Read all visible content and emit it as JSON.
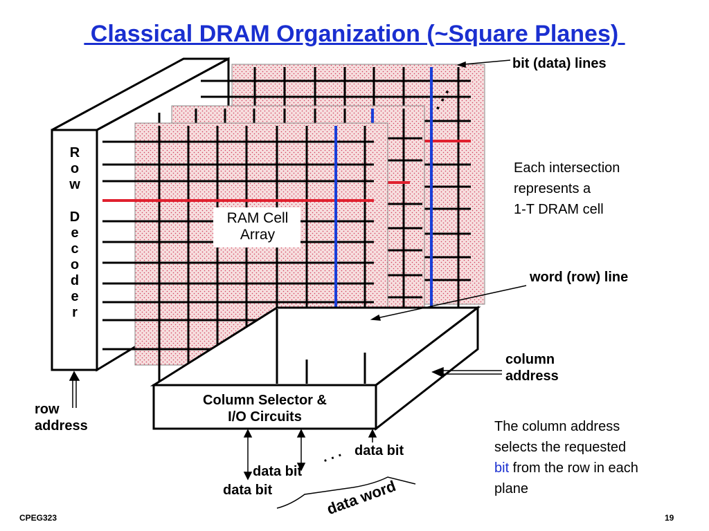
{
  "slide": {
    "title": " Classical DRAM Organization (~Square Planes) ",
    "footer_left": "CPEG323",
    "page_number": "19"
  },
  "diagram": {
    "row_decoder_letters": [
      "R",
      "o",
      "w",
      "",
      "D",
      "e",
      "c",
      "o",
      "d",
      "e",
      "r"
    ],
    "ram_cell_label_line1": "RAM Cell",
    "ram_cell_label_line2": "Array",
    "bit_lines_label": "bit (data) lines",
    "word_line_label": "word (row) line",
    "column_address_line1": "column",
    "column_address_line2": "address",
    "row_address_line1": "row",
    "row_address_line2": "address",
    "column_selector_line1": "Column Selector &",
    "column_selector_line2": "I/O Circuits",
    "data_bit_1": "data bit",
    "data_bit_2": "data bit",
    "data_bit_3": "data bit",
    "ellipsis": ". . .",
    "data_word": "data word",
    "plane_ellipsis": ". . ."
  },
  "notes": {
    "intersection_line1": "Each intersection",
    "intersection_line2": "represents a",
    "intersection_line3": "1-T DRAM cell",
    "column_note_line1": "The column address",
    "column_note_line2": "selects the requested",
    "column_note_bit": "bit",
    "column_note_line3_rest": " from the row in each",
    "column_note_line4": "plane"
  },
  "colors": {
    "title": "#1a2fd0",
    "word_line": "#e0202e",
    "bit_line": "#1a3fd8",
    "plane_fill": "#f6dede",
    "plane_dots": "#d33b5a"
  }
}
